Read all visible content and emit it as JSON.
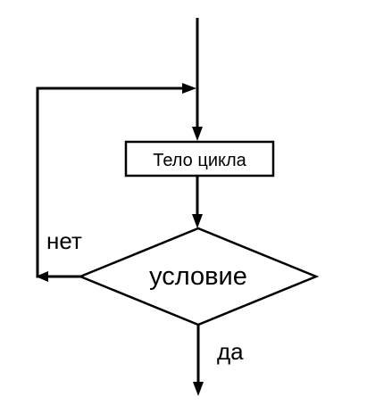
{
  "nodes": {
    "loop_body": "Тело цикла",
    "condition": "условие"
  },
  "edges": {
    "no": "нет",
    "yes": "да"
  }
}
